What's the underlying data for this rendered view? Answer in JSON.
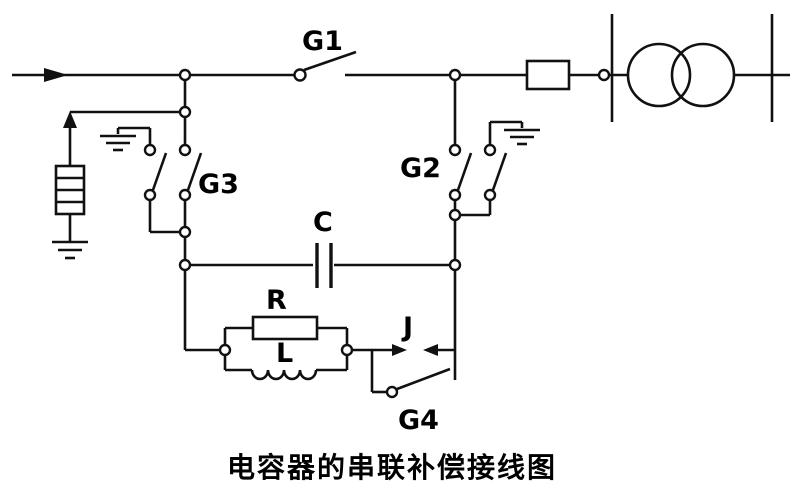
{
  "diagram": {
    "title": "电容器的串联补偿接线图",
    "labels": {
      "g1": "G1",
      "g2": "G2",
      "g3": "G3",
      "g4": "G4",
      "c": "C",
      "r": "R",
      "l": "L",
      "j": "J"
    },
    "colors": {
      "line": "#111111",
      "background": "#ffffff"
    }
  }
}
